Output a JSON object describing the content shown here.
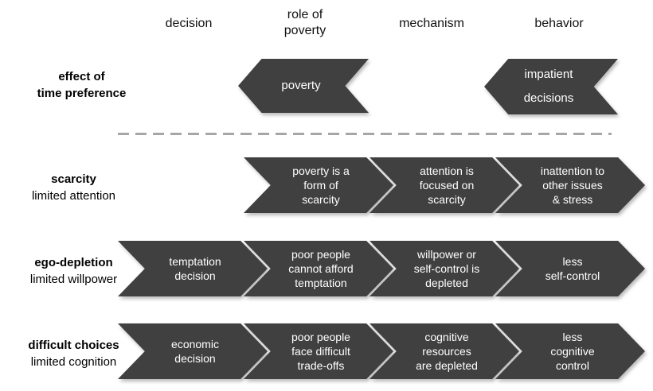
{
  "colors": {
    "arrow_fill": "#404040",
    "arrow_text": "#ffffff",
    "label_text": "#000000",
    "divider": "#a6a6a6"
  },
  "headers": [
    {
      "label": "decision"
    },
    {
      "label": "role of\npoverty"
    },
    {
      "label": "mechanism"
    },
    {
      "label": "behavior"
    }
  ],
  "rows": [
    {
      "label_line1": "effect of",
      "label_line2": "time preference",
      "direction": "left",
      "arrows": [
        {
          "column": "role of poverty",
          "text": "poverty"
        },
        {
          "column": "behavior",
          "text": "impatient\ndecisions"
        }
      ]
    },
    {
      "label_line1": "scarcity",
      "label_line2": "limited attention",
      "direction": "right",
      "arrows": [
        {
          "column": "role of poverty",
          "text": "poverty is a\nform of\nscarcity"
        },
        {
          "column": "mechanism",
          "text": "attention is\nfocused on\nscarcity"
        },
        {
          "column": "behavior",
          "text": "inattention to\nother issues\n& stress"
        }
      ]
    },
    {
      "label_line1": "ego-depletion",
      "label_line2": "limited willpower",
      "direction": "right",
      "arrows": [
        {
          "column": "decision",
          "text": "temptation\ndecision"
        },
        {
          "column": "role of poverty",
          "text": "poor people\ncannot afford\ntemptation"
        },
        {
          "column": "mechanism",
          "text": "willpower or\nself-control is\ndepleted"
        },
        {
          "column": "behavior",
          "text": "less\nself-control"
        }
      ]
    },
    {
      "label_line1": "difficult choices",
      "label_line2": "limited cognition",
      "direction": "right",
      "arrows": [
        {
          "column": "decision",
          "text": "economic\ndecision"
        },
        {
          "column": "role of poverty",
          "text": "poor people\nface difficult\ntrade-offs"
        },
        {
          "column": "mechanism",
          "text": "cognitive\nresources\nare depleted"
        },
        {
          "column": "behavior",
          "text": "less\ncognitive\ncontrol"
        }
      ]
    }
  ]
}
